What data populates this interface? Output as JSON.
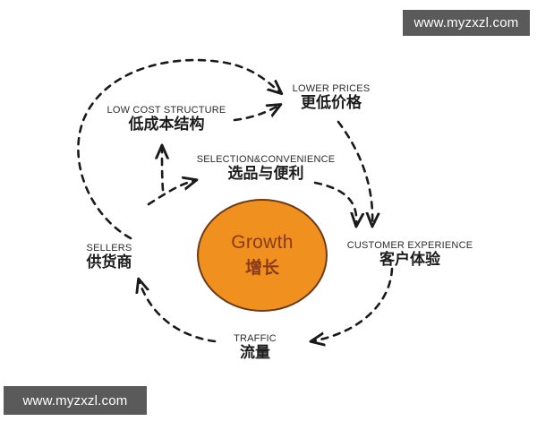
{
  "diagram": {
    "type": "flywheel",
    "background_color": "#ffffff",
    "core": {
      "label_en": "Growth",
      "label_zh": "增长",
      "fill_color": "#f0911f",
      "stroke_color": "#6b3a18",
      "text_color": "#8a3a16"
    },
    "nodes": [
      {
        "id": "low-cost-structure",
        "label_en": "LOW COST STRUCTURE",
        "label_zh": "低成本结构"
      },
      {
        "id": "lower-prices",
        "label_en": "LOWER PRICES",
        "label_zh": "更低价格"
      },
      {
        "id": "selection-convenience",
        "label_en": "SELECTION&CONVENIENCE",
        "label_zh": "选品与便利"
      },
      {
        "id": "customer-experience",
        "label_en": "CUSTOMER EXPERIENCE",
        "label_zh": "客户体验"
      },
      {
        "id": "sellers",
        "label_en": "SELLERS",
        "label_zh": "供货商"
      },
      {
        "id": "traffic",
        "label_en": "TRAFFIC",
        "label_zh": "流量"
      }
    ],
    "connections": [
      {
        "from": "sellers",
        "to": "lower-prices",
        "style": "dashed-curve-outer"
      },
      {
        "from": "low-cost-structure",
        "to": "lower-prices",
        "style": "dashed-straight"
      },
      {
        "from": "growth",
        "to": "low-cost-structure",
        "style": "dashed-arrow-up"
      },
      {
        "from": "sellers",
        "to": "selection-convenience",
        "style": "dashed-curve"
      },
      {
        "from": "lower-prices",
        "to": "customer-experience",
        "style": "dashed-curve"
      },
      {
        "from": "selection-convenience",
        "to": "customer-experience",
        "style": "dashed-curve"
      },
      {
        "from": "customer-experience",
        "to": "traffic",
        "style": "dashed-curve"
      },
      {
        "from": "traffic",
        "to": "sellers",
        "style": "dashed-curve"
      }
    ],
    "line_color": "#1a1a1a"
  },
  "watermarks": {
    "top": "www.myzxzl.com",
    "bottom": "www.myzxzl.com",
    "background_color": "#5a5a5a",
    "text_color": "#ffffff"
  }
}
